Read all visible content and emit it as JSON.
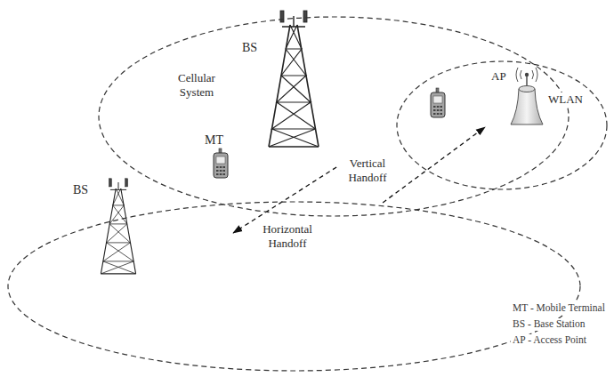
{
  "diagram": {
    "nodes": [
      {
        "text": [
          "Cellular System"
        ]
      },
      {
        "text": [
          "WLAN"
        ]
      },
      {
        "text": [
          "BS"
        ]
      }
    ],
    "edges": [
      {
        "from": 0,
        "to": 1,
        "arrow": "to",
        "label": "Vertical Handoff"
      },
      {
        "from": 0,
        "to": 2,
        "arrow": "to",
        "label": "Horizontal Handoff"
      }
    ],
    "labels": [
      "BS",
      "MT",
      "AP",
      "MT - Mobile Terminal",
      "BS - Base Station",
      "AP - Access Point"
    ]
  }
}
